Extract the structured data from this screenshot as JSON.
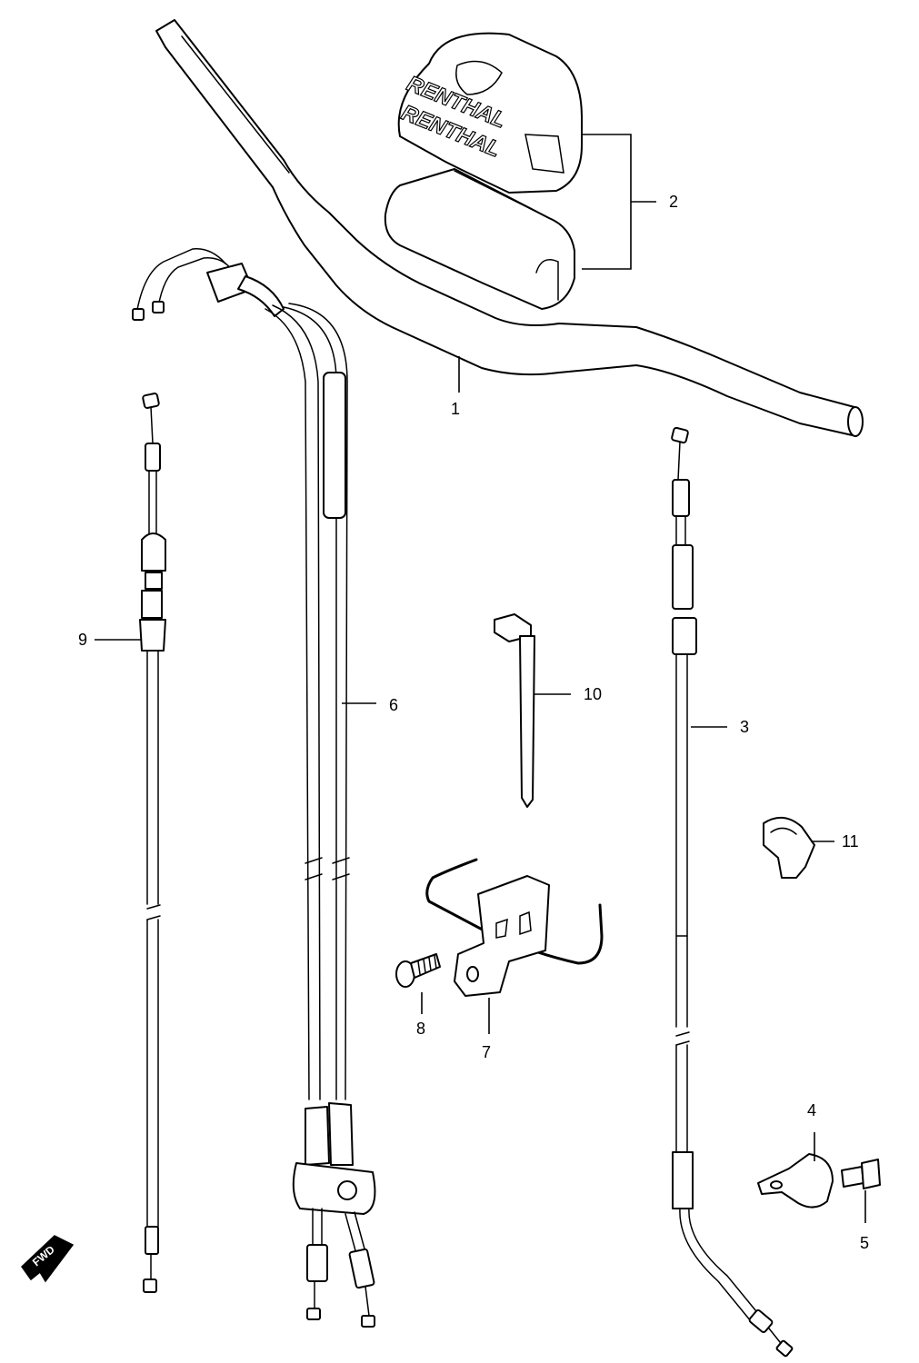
{
  "diagram": {
    "brand_text": "RENTHAL",
    "direction_badge": "FWD",
    "callouts": [
      {
        "id": "callout-1",
        "text": "1"
      },
      {
        "id": "callout-2",
        "text": "2"
      },
      {
        "id": "callout-3",
        "text": "3"
      },
      {
        "id": "callout-4",
        "text": "4"
      },
      {
        "id": "callout-5",
        "text": "5"
      },
      {
        "id": "callout-6",
        "text": "6"
      },
      {
        "id": "callout-7",
        "text": "7"
      },
      {
        "id": "callout-8",
        "text": "8"
      },
      {
        "id": "callout-9",
        "text": "9"
      },
      {
        "id": "callout-10",
        "text": "10"
      },
      {
        "id": "callout-11",
        "text": "11"
      }
    ]
  }
}
